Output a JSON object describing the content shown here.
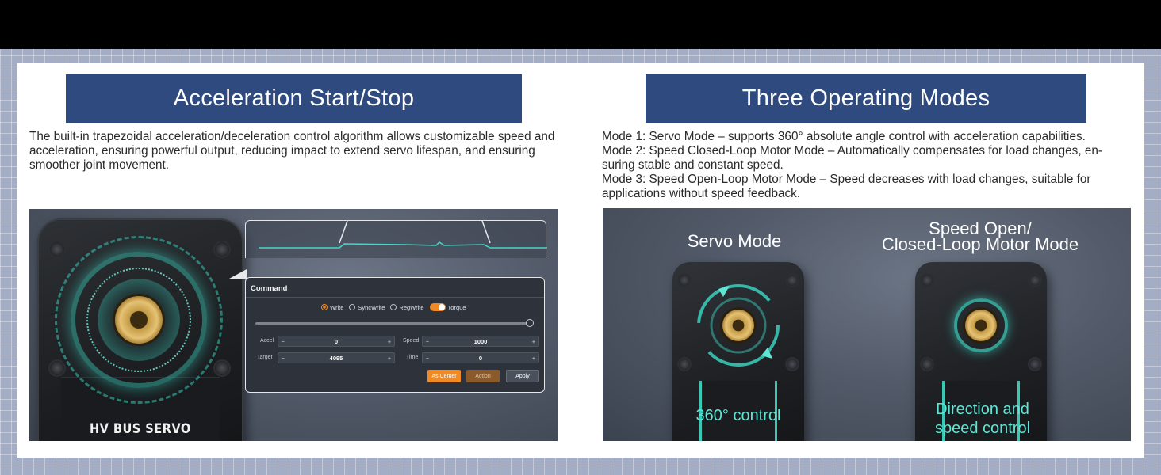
{
  "left_section": {
    "title": "Acceleration Start/Stop",
    "description": "The built-in trapezoidal acceleration/deceleration control algorithm allows customizable speed and acceleration, ensuring powerful output, reducing impact to extend servo lifespan, and ensuring smoother joint movement.",
    "servo_label": "HV BUS SERVO",
    "command_panel": {
      "title": "Command",
      "options": [
        "Write",
        "SyncWrite",
        "RegWrite"
      ],
      "selected_option": "Write",
      "toggle_label": "Torque",
      "toggle_on": true,
      "slider_level": 1.0,
      "fields": {
        "accel": {
          "label": "Accel",
          "value": "0"
        },
        "speed": {
          "label": "Speed",
          "value": "1000"
        },
        "target": {
          "label": "Target",
          "value": "4095"
        },
        "time": {
          "label": "Time",
          "value": "0"
        }
      },
      "stepper_minus": "−",
      "stepper_plus": "+",
      "buttons": {
        "center": "As Center",
        "action": "Action",
        "apply": "Apply"
      }
    }
  },
  "right_section": {
    "title": "Three Operating Modes",
    "modes": [
      "Mode 1: Servo Mode – supports 360° absolute angle control with acceleration capabilities.",
      "Mode 2: Speed Closed-Loop Motor Mode – Automatically compensates for load changes, en-suring stable and constant speed.",
      "Mode 3: Speed Open-Loop Motor Mode – Speed decreases with load changes, suitable for applications without speed feedback."
    ],
    "servo_mode_title": "Servo Mode",
    "servo_mode_caption": "360° control",
    "motor_mode_title_line1": "Speed Open/",
    "motor_mode_title_line2": "Closed-Loop Motor Mode",
    "motor_mode_caption_line1": "Direction and",
    "motor_mode_caption_line2": "speed control"
  },
  "colors": {
    "banner": "#2f4a7e",
    "accent_orange": "#f08a24",
    "teal_glow": "#39c7b6",
    "background_grid": "#a4adc6"
  }
}
